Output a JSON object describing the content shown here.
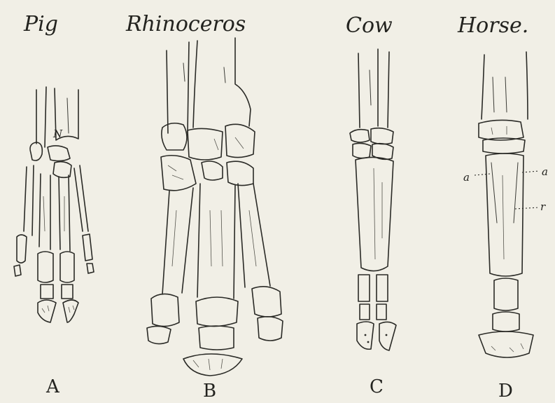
{
  "figures": [
    {
      "species": "Pig",
      "letter": "A",
      "inner_mark": "N"
    },
    {
      "species": "Rhinoceros",
      "letter": "B"
    },
    {
      "species": "Cow",
      "letter": "C"
    },
    {
      "species": "Horse.",
      "letter": "D",
      "annotations": [
        "a",
        "a",
        "r"
      ]
    }
  ],
  "colors": {
    "paper": "#f1efe6",
    "ink": "#2a2a26"
  }
}
